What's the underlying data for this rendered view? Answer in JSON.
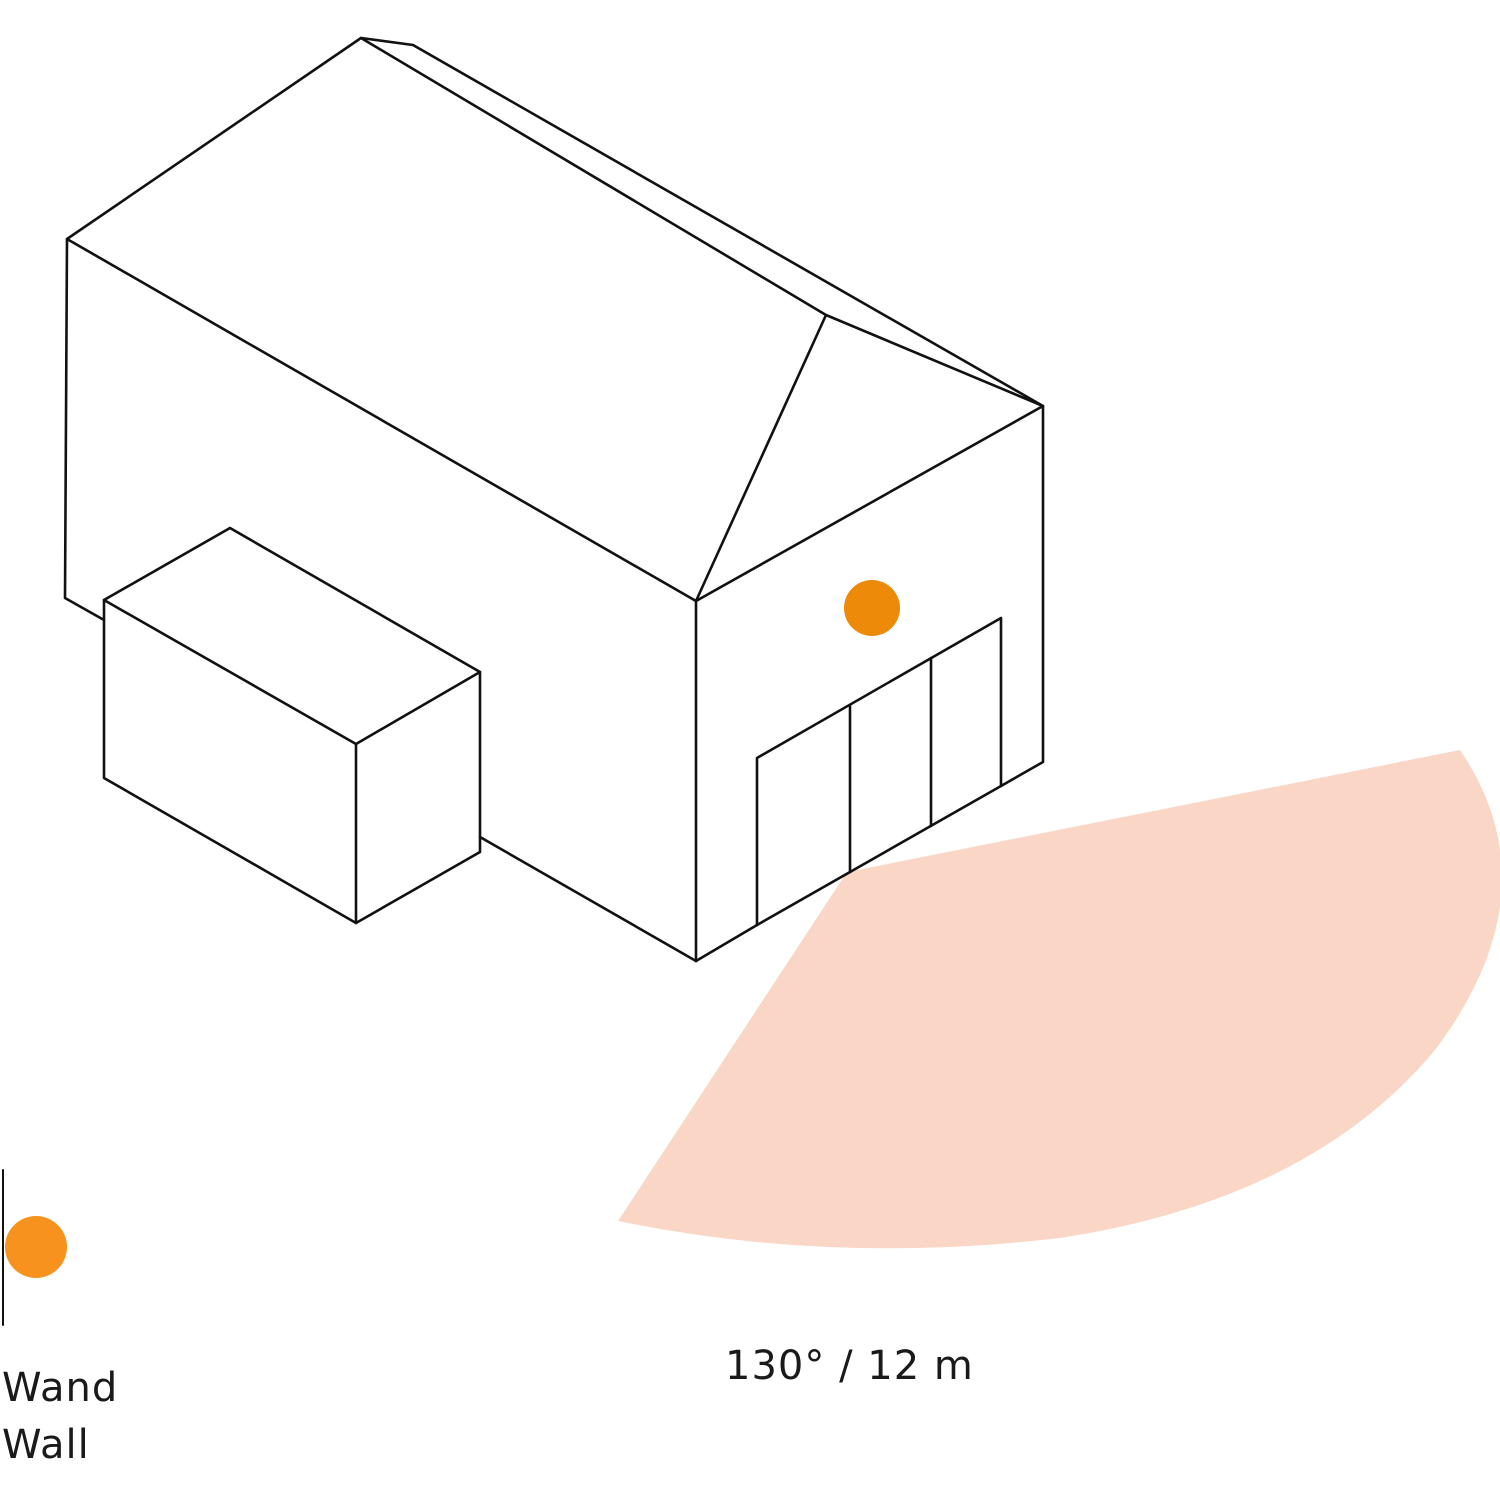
{
  "coverage": {
    "angle_deg": 130,
    "range_m": 12,
    "label": "130° / 12 m",
    "color": "#F9D6C5"
  },
  "sensor": {
    "color": "#EE8A0A"
  },
  "legend": {
    "mounting_label_de": "Wand",
    "mounting_label_en": "Wall",
    "dot_color": "#F7921E"
  },
  "colors": {
    "outline": "#111111",
    "background": "#FFFFFF"
  }
}
